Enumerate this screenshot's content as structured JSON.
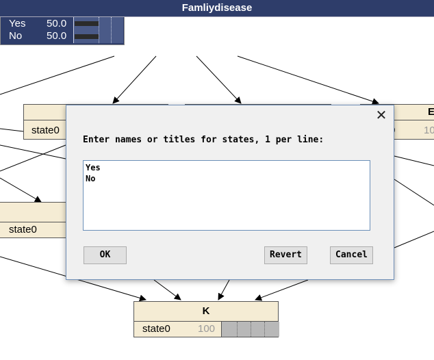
{
  "nodes": {
    "famliydisease": {
      "title": "Famliydisease",
      "states": [
        {
          "name": "Yes",
          "value": "50.0",
          "fraction": 0.5
        },
        {
          "name": "No",
          "value": "50.0",
          "fraction": 0.5
        }
      ]
    },
    "right_partial": {
      "title_fragment": "E",
      "state_fragment": "0",
      "value_fragment": "10"
    },
    "left_upper": {
      "state": "state0"
    },
    "left_lower": {
      "state": "state0"
    },
    "k": {
      "title": "K",
      "state": "state0",
      "value": "100",
      "fraction": 1.0
    }
  },
  "dialog": {
    "prompt": "Enter names or titles for states, 1 per line:",
    "states_text": [
      "Yes",
      "No"
    ],
    "buttons": {
      "ok": "OK",
      "revert": "Revert",
      "cancel": "Cancel"
    },
    "close_glyph": "✕"
  },
  "colors": {
    "node_fill": "#f5ecd4",
    "selected_node_fill": "#2e3d6a",
    "dialog_bg": "#f0f0f0",
    "textarea_border": "#6a8fb8"
  }
}
